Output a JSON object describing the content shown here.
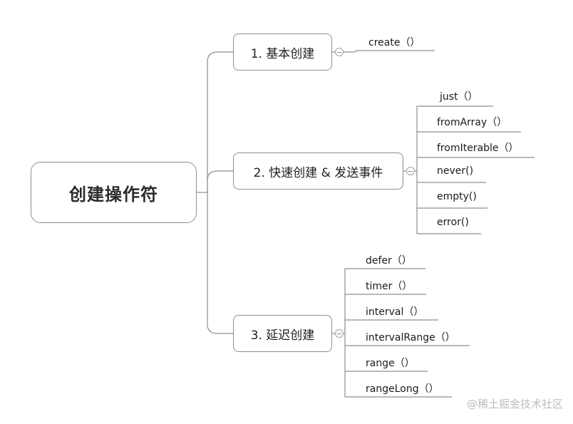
{
  "mindmap": {
    "root": {
      "label": "创建操作符"
    },
    "branches": [
      {
        "label": "1. 基本创建",
        "children": [
          "create（）"
        ]
      },
      {
        "label": "2. 快速创建 & 发送事件",
        "children": [
          "just（）",
          "fromArray（）",
          "fromIterable（）",
          "never()",
          "empty()",
          "error()"
        ]
      },
      {
        "label": "3. 延迟创建",
        "children": [
          "defer（）",
          "timer（）",
          "interval（）",
          "intervalRange（）",
          "range（）",
          "rangeLong（）"
        ]
      }
    ]
  },
  "watermark": "@稀土掘金技术社区"
}
